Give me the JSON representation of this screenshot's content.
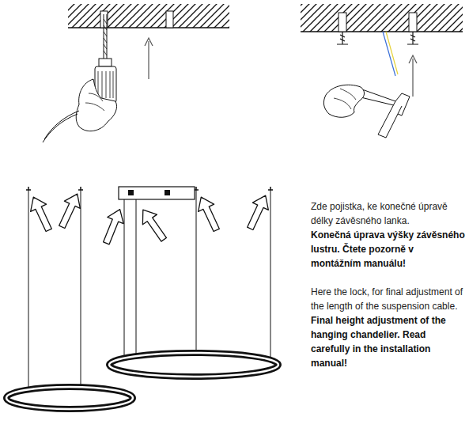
{
  "diagram": {
    "labels": [
      "Zde pojistka, ke konečné úpravě délky závěsného lanka.",
      "Konečná úprava výšky závěsného lustru. Čtete pozorně v montážním manuálu!",
      "Here the lock, for final adjustment of the length of the suspension cable.",
      "Final height adjustment of the hanging chandelier. Read carefully in the installation manual!"
    ]
  }
}
